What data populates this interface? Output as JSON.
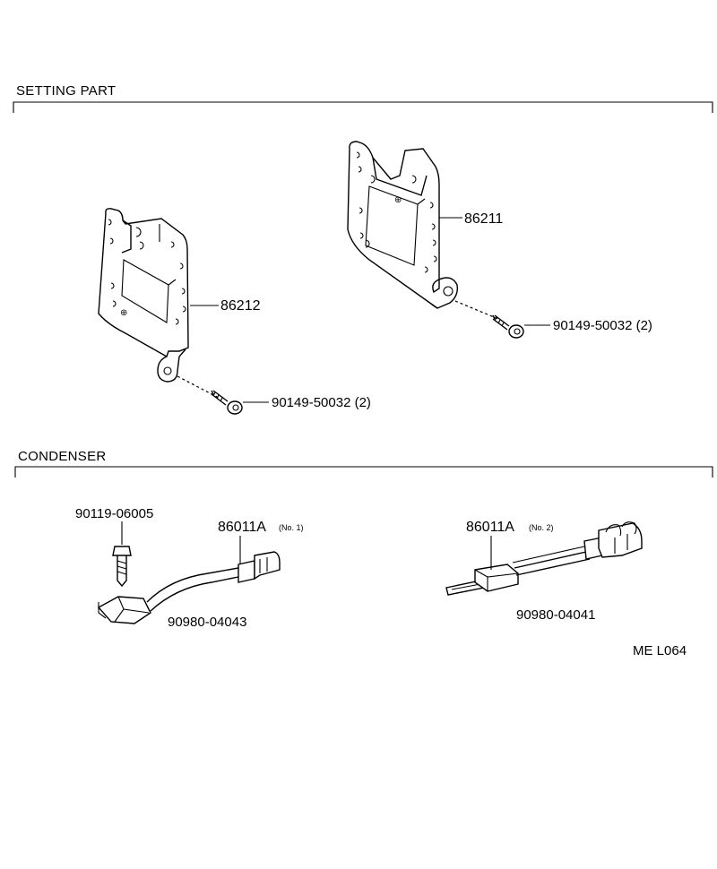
{
  "sections": {
    "setting_part": "SETTING PART",
    "condenser": "CONDENSER"
  },
  "parts": {
    "bracket_left": "86212",
    "bracket_right": "86211",
    "screw_left": "90149-50032 (2)",
    "screw_right": "90149-50032 (2)",
    "bolt": "90119-06005",
    "condenser_no1_code": "86011A",
    "condenser_no1_suffix": "(No. 1)",
    "condenser_no2_code": "86011A",
    "condenser_no2_suffix": "(No. 2)",
    "harness_left": "90980-04043",
    "harness_right": "90980-04041"
  },
  "figure_code": "ME L064"
}
